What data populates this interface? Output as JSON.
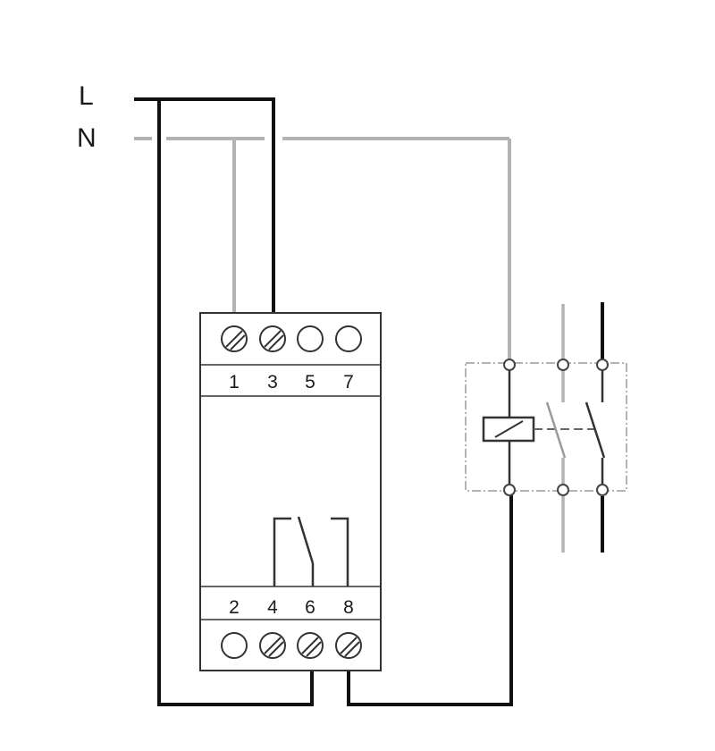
{
  "lines": {
    "live": "L",
    "neutral": "N"
  },
  "colors": {
    "live": "#111111",
    "neutral": "#b3b3b3",
    "outline": "#333333",
    "dashed_box": "#9a9a9a"
  },
  "device": {
    "top_terminals": [
      "1",
      "3",
      "5",
      "7"
    ],
    "bottom_terminals": [
      "2",
      "4",
      "6",
      "8"
    ]
  }
}
